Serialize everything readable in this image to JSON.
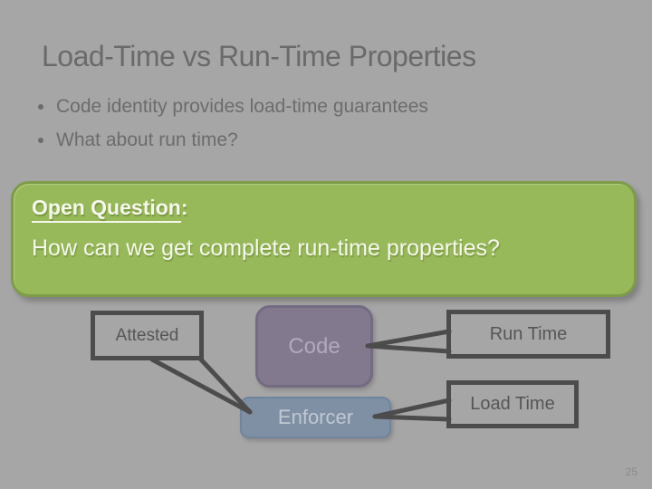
{
  "slide": {
    "title": "Load-Time vs Run-Time Properties",
    "bullets": [
      "Code identity provides load-time guarantees",
      "What about run time?"
    ],
    "page_number": "25"
  },
  "open_question": {
    "heading": "Open Question",
    "colon": ":",
    "body": "How can we get complete run-time properties?"
  },
  "diagram": {
    "attested_label": "Attested",
    "code_label": "Code",
    "enforcer_label": "Enforcer",
    "run_time_label": "Run Time",
    "load_time_label": "Load Time"
  },
  "theme": {
    "slide_bg": "#a6a6a6",
    "title_color": "#6a6a6a",
    "body_color": "#6c6c6c",
    "green_fill": "#98b95a",
    "green_border": "#7d9c48",
    "green_text": "#f6f7ec",
    "code_fill": "#83798f",
    "code_border": "#746b83",
    "code_text": "#b1a9be",
    "enforcer_fill": "#7f90a4",
    "enforcer_border": "#70849c",
    "enforcer_text": "#c0c8d3",
    "callout_border": "#4c4c4c",
    "callout_text": "#565656",
    "page_number_color": "#8b8b8b"
  }
}
